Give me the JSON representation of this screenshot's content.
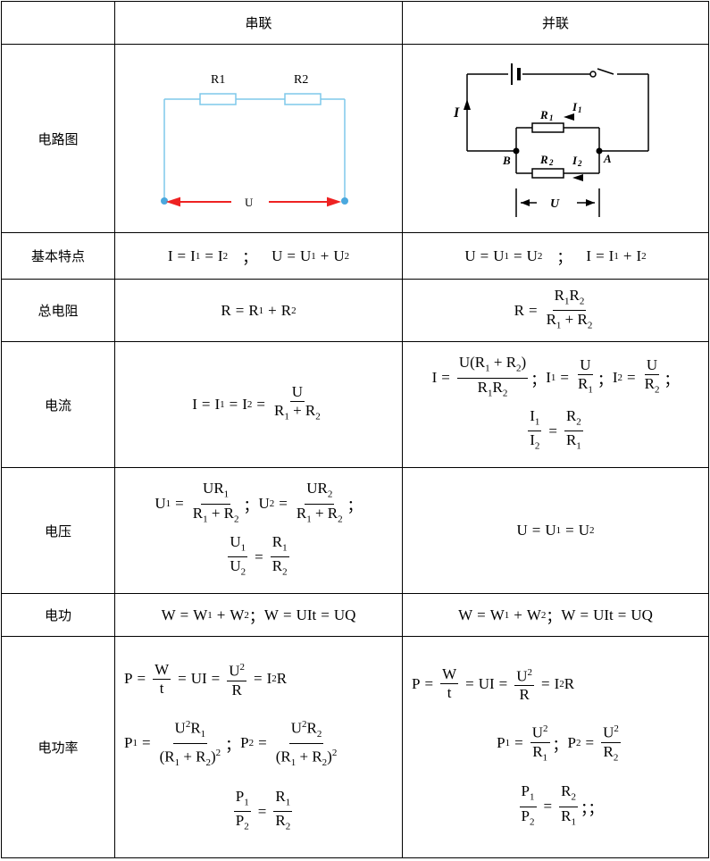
{
  "header": {
    "series": "串联",
    "parallel": "并联"
  },
  "rows": {
    "diagram": "电路图",
    "basic": "基本特点",
    "resistance": "总电阻",
    "current": "电流",
    "voltage": "电压",
    "work": "电功",
    "power": "电功率"
  },
  "diagram_series": {
    "r1": "R1",
    "r2": "R2",
    "u": "U"
  },
  "diagram_parallel": {
    "i": "I",
    "r1": "R",
    "r1sub": "1",
    "i1": "I",
    "i1sub": "1",
    "r2": "R",
    "r2sub": "2",
    "i2": "I",
    "i2sub": "2",
    "b": "B",
    "a": "A",
    "u": "U"
  },
  "semicolon": "；",
  "double_semicolon": "；；"
}
